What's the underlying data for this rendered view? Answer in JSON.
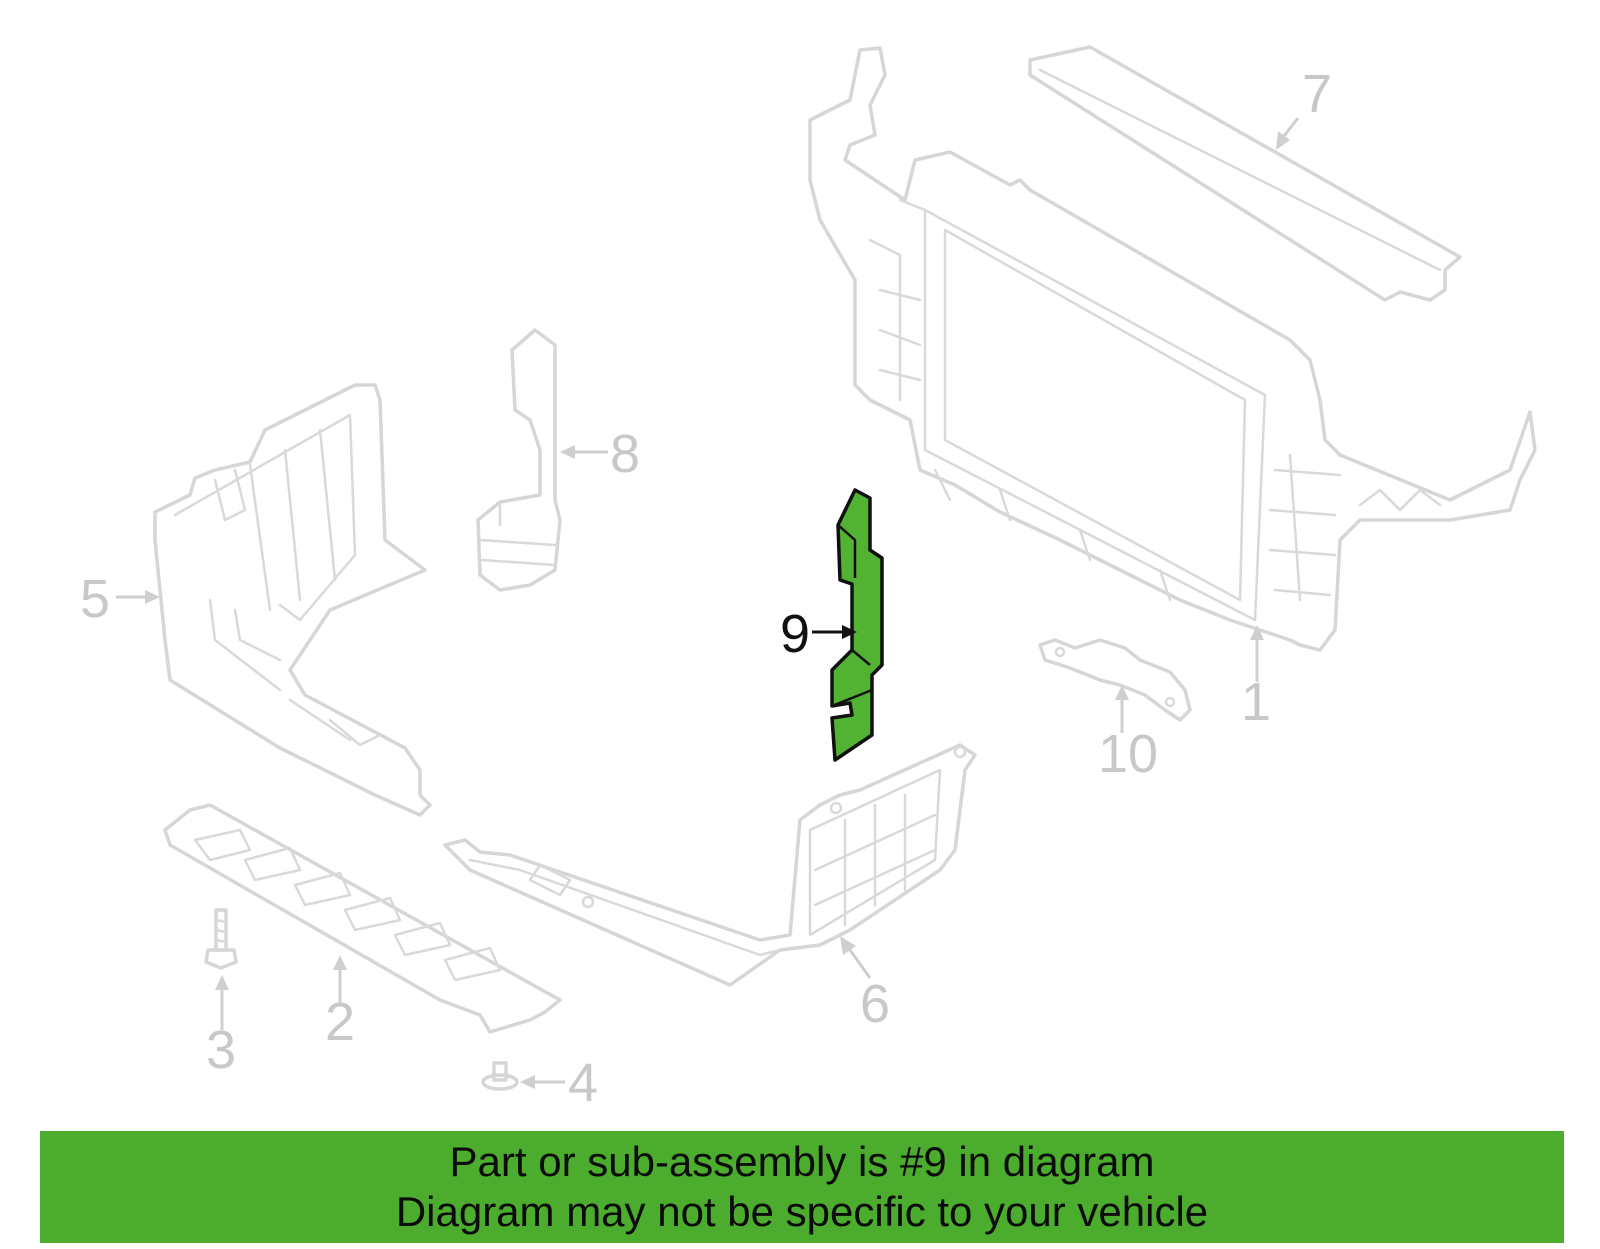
{
  "diagram": {
    "highlight_color": "#52b332",
    "ghost_color": "#d6d6d6",
    "callouts": {
      "c1": "1",
      "c2": "2",
      "c3": "3",
      "c4": "4",
      "c5": "5",
      "c6": "6",
      "c7": "7",
      "c8": "8",
      "c9": "9",
      "c10": "10"
    },
    "highlighted_callout": "9"
  },
  "banner": {
    "color": "#4cac2d",
    "line1": "Part or sub-assembly is #9 in diagram",
    "line2": "Diagram may not be specific to your vehicle"
  }
}
